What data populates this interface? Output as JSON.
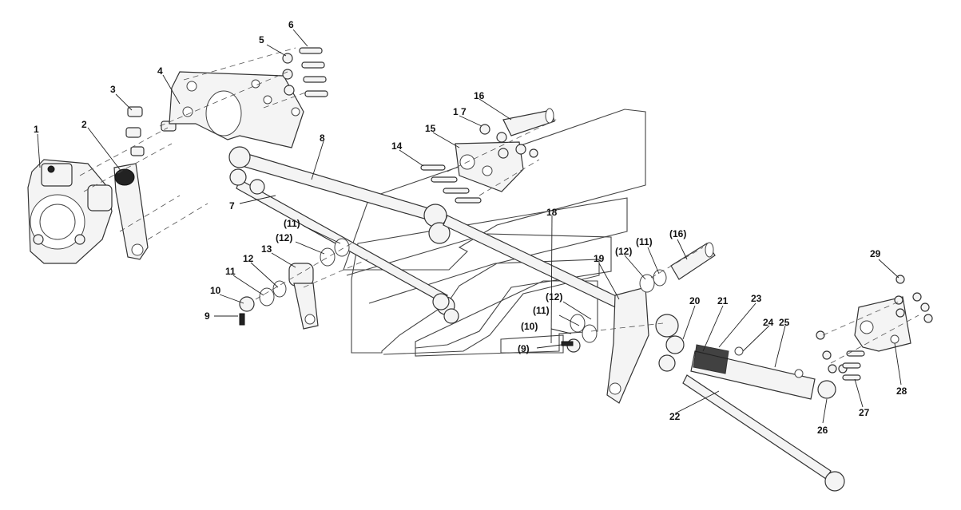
{
  "labels": [
    {
      "id": "l1",
      "text": "1"
    },
    {
      "id": "l2",
      "text": "2"
    },
    {
      "id": "l3",
      "text": "3"
    },
    {
      "id": "l4",
      "text": "4"
    },
    {
      "id": "l5",
      "text": "5"
    },
    {
      "id": "l6",
      "text": "6"
    },
    {
      "id": "l7",
      "text": "7"
    },
    {
      "id": "l8",
      "text": "8"
    },
    {
      "id": "l9",
      "text": "9"
    },
    {
      "id": "l10",
      "text": "10"
    },
    {
      "id": "l11",
      "text": "11"
    },
    {
      "id": "l12",
      "text": "12"
    },
    {
      "id": "l13",
      "text": "13"
    },
    {
      "id": "l14",
      "text": "14"
    },
    {
      "id": "l15",
      "text": "15"
    },
    {
      "id": "l16",
      "text": "16"
    },
    {
      "id": "l17",
      "text": "1 7"
    },
    {
      "id": "l18",
      "text": "18"
    },
    {
      "id": "l19",
      "text": "19"
    },
    {
      "id": "l20",
      "text": "20"
    },
    {
      "id": "l21",
      "text": "21"
    },
    {
      "id": "l22",
      "text": "22"
    },
    {
      "id": "l23",
      "text": "23"
    },
    {
      "id": "l24",
      "text": "24"
    },
    {
      "id": "l25",
      "text": "25"
    },
    {
      "id": "l26",
      "text": "26"
    },
    {
      "id": "l27",
      "text": "27"
    },
    {
      "id": "l28",
      "text": "28"
    },
    {
      "id": "l29",
      "text": "29"
    },
    {
      "id": "lp11a",
      "text": "(11)"
    },
    {
      "id": "lp12a",
      "text": "(12)"
    },
    {
      "id": "lp12b",
      "text": "(12)"
    },
    {
      "id": "lp11b",
      "text": "(11)"
    },
    {
      "id": "lp16",
      "text": "(16)"
    },
    {
      "id": "lp12c",
      "text": "(12)"
    },
    {
      "id": "lp11c",
      "text": "(11)"
    },
    {
      "id": "lp10",
      "text": "(10)"
    },
    {
      "id": "lp9",
      "text": "(9)"
    }
  ]
}
